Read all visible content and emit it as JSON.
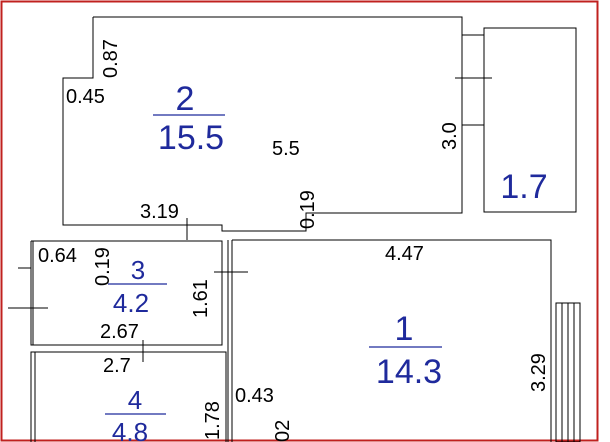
{
  "border_color": "#c0211f",
  "label_color": "#1f2a9c",
  "rooms": {
    "r2": {
      "number": "2",
      "area": "15.5"
    },
    "r3": {
      "number": "3",
      "area": "4.2"
    },
    "r1": {
      "number": "1",
      "area": "14.3"
    },
    "r4": {
      "number": "4",
      "area": "4.8"
    },
    "balcony": {
      "area": "1.7"
    }
  },
  "dimensions": {
    "d_087": "0.87",
    "d_045": "0.45",
    "d_55": "5.5",
    "d_30": "3.0",
    "d_019a": "0.19",
    "d_319": "3.19",
    "d_064": "0.64",
    "d_019b": "0.19",
    "d_447": "4.47",
    "d_161": "1.61",
    "d_267": "2.67",
    "d_27": "2.7",
    "d_329": "3.29",
    "d_043": "0.43",
    "d_178": "1.78",
    "d_02": "02"
  }
}
